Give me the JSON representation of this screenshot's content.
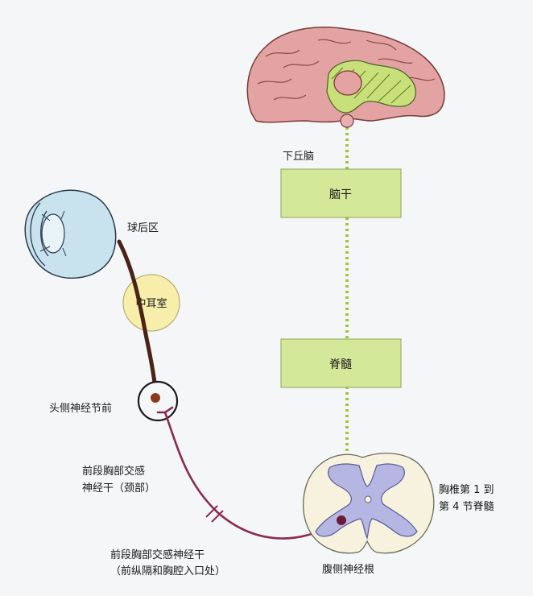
{
  "labels": {
    "hypothalamus": "下丘脑",
    "brainstem": "脑干",
    "spinal_cord": "脊髓",
    "retrobulbar": "球后区",
    "middle_ear": "中耳室",
    "cranial_ganglion": "头侧神经节前",
    "cervical_trunk_line1": "前段胸部交感",
    "cervical_trunk_line2": "神经干（颈部）",
    "thoracic_trunk_line1": "前段胸部交感神经干",
    "thoracic_trunk_line2": "（前纵隔和胸腔入口处）",
    "thoracic_segments_line1": "胸椎第 1 到",
    "thoracic_segments_line2": "第 4 节脊髓",
    "ventral_root": "腹侧神经根"
  },
  "colors": {
    "background": "#f4f6f7",
    "box_fill": "#d4e89a",
    "box_stroke": "#8aa85a",
    "dotted_path": "#9bc83a",
    "middle_ear_fill": "#f6eeaa",
    "brain_fill": "#e3a3a3",
    "hypothalamus_fill": "#c9e07a",
    "eye_fill": "#c8e2ee",
    "nerve_brown": "#4a2416",
    "nerve_purple": "#8c2a4e",
    "spinal_outer": "#f6f2de",
    "spinal_gray_matter": "#b6b6e2"
  }
}
